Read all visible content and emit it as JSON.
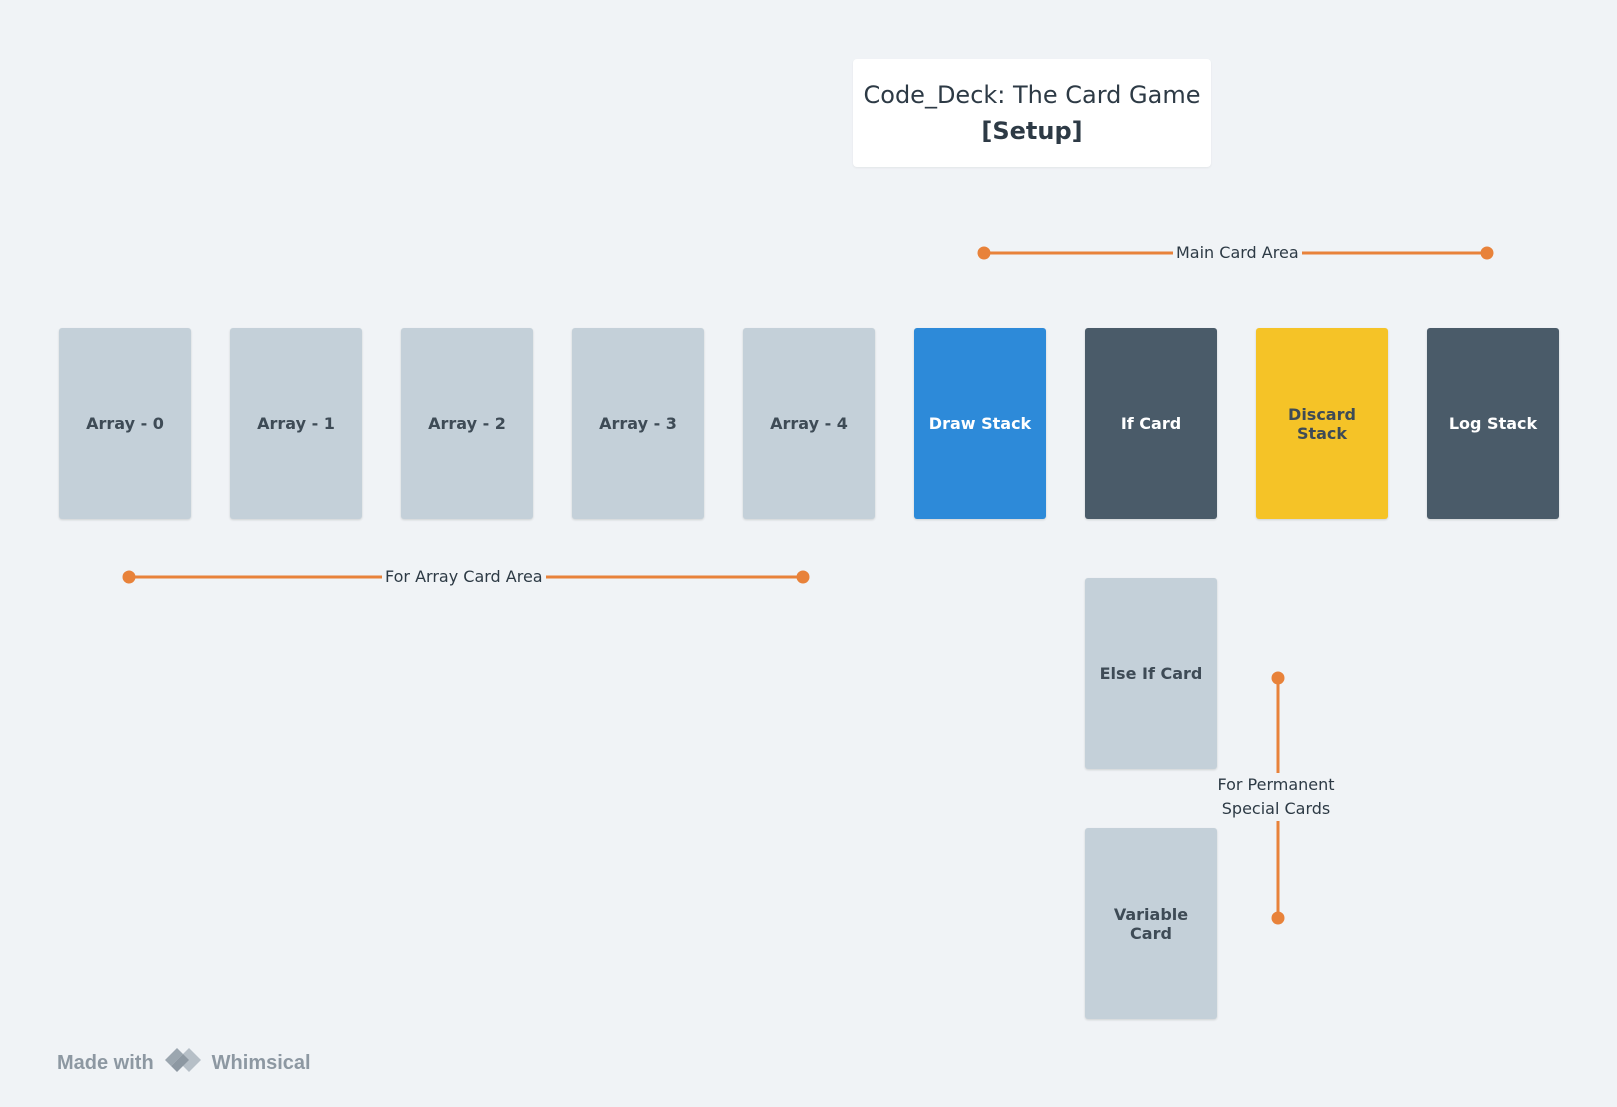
{
  "title": {
    "line1": "Code_Deck: The Card Game",
    "line2": "[Setup]"
  },
  "cards": {
    "array0": "Array - 0",
    "array1": "Array - 1",
    "array2": "Array - 2",
    "array3": "Array - 3",
    "array4": "Array - 4",
    "draw_stack": "Draw Stack",
    "if_card": "If Card",
    "discard_stack": "Discard Stack",
    "log_stack": "Log Stack",
    "else_if_card": "Else If Card",
    "variable_card": "Variable Card"
  },
  "connectors": {
    "main_card_area": "Main Card Area",
    "for_array_card_area": "For Array Card Area",
    "for_permanent_line1": "For Permanent",
    "for_permanent_line2": "Special Cards"
  },
  "footer": {
    "made_with": "Made with",
    "brand": "Whimsical"
  },
  "colors": {
    "background": "#f0f3f6",
    "card_grey": "#c4d0d9",
    "card_blue": "#2d8ad9",
    "card_dark": "#4a5b69",
    "card_yellow": "#f5c327",
    "connector": "#e8823a",
    "footer_text": "#8d98a2"
  }
}
